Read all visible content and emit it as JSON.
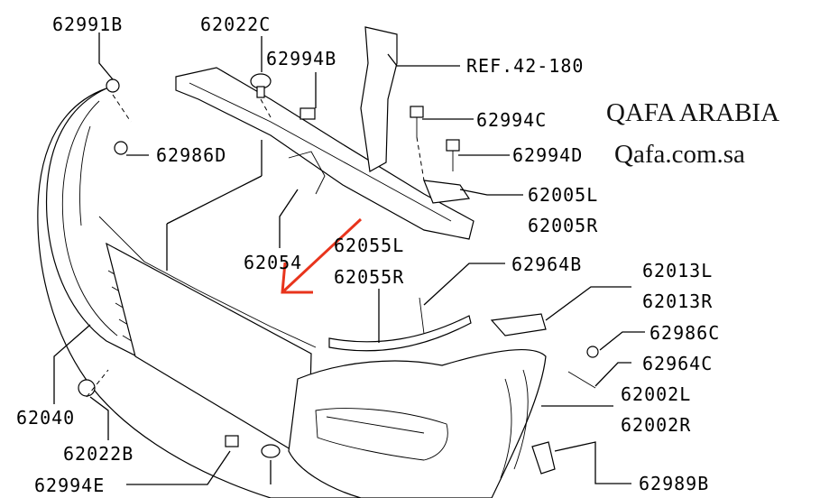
{
  "watermark": {
    "company": "QAFA ARABIA",
    "website": "Qafa.com.sa"
  },
  "accent_colors": {
    "arrow": "#e8341c",
    "lines": "#000000"
  },
  "labels": {
    "p62991B": "62991B",
    "p62022C": "62022C",
    "p62994B": "62994B",
    "ref": "REF.42-180",
    "p62994C": "62994C",
    "p62986D": "62986D",
    "p62994D": "62994D",
    "p62005L": "62005L",
    "p62005R": "62005R",
    "p62054": "62054",
    "p62055L": "62055L",
    "p62055R": "62055R",
    "p62964B": "62964B",
    "p62013L": "62013L",
    "p62013R": "62013R",
    "p62986C": "62986C",
    "p62964C": "62964C",
    "p62002L": "62002L",
    "p62002R": "62002R",
    "p62040": "62040",
    "p62022B": "62022B",
    "p62994E": "62994E",
    "p62989B": "62989B"
  }
}
